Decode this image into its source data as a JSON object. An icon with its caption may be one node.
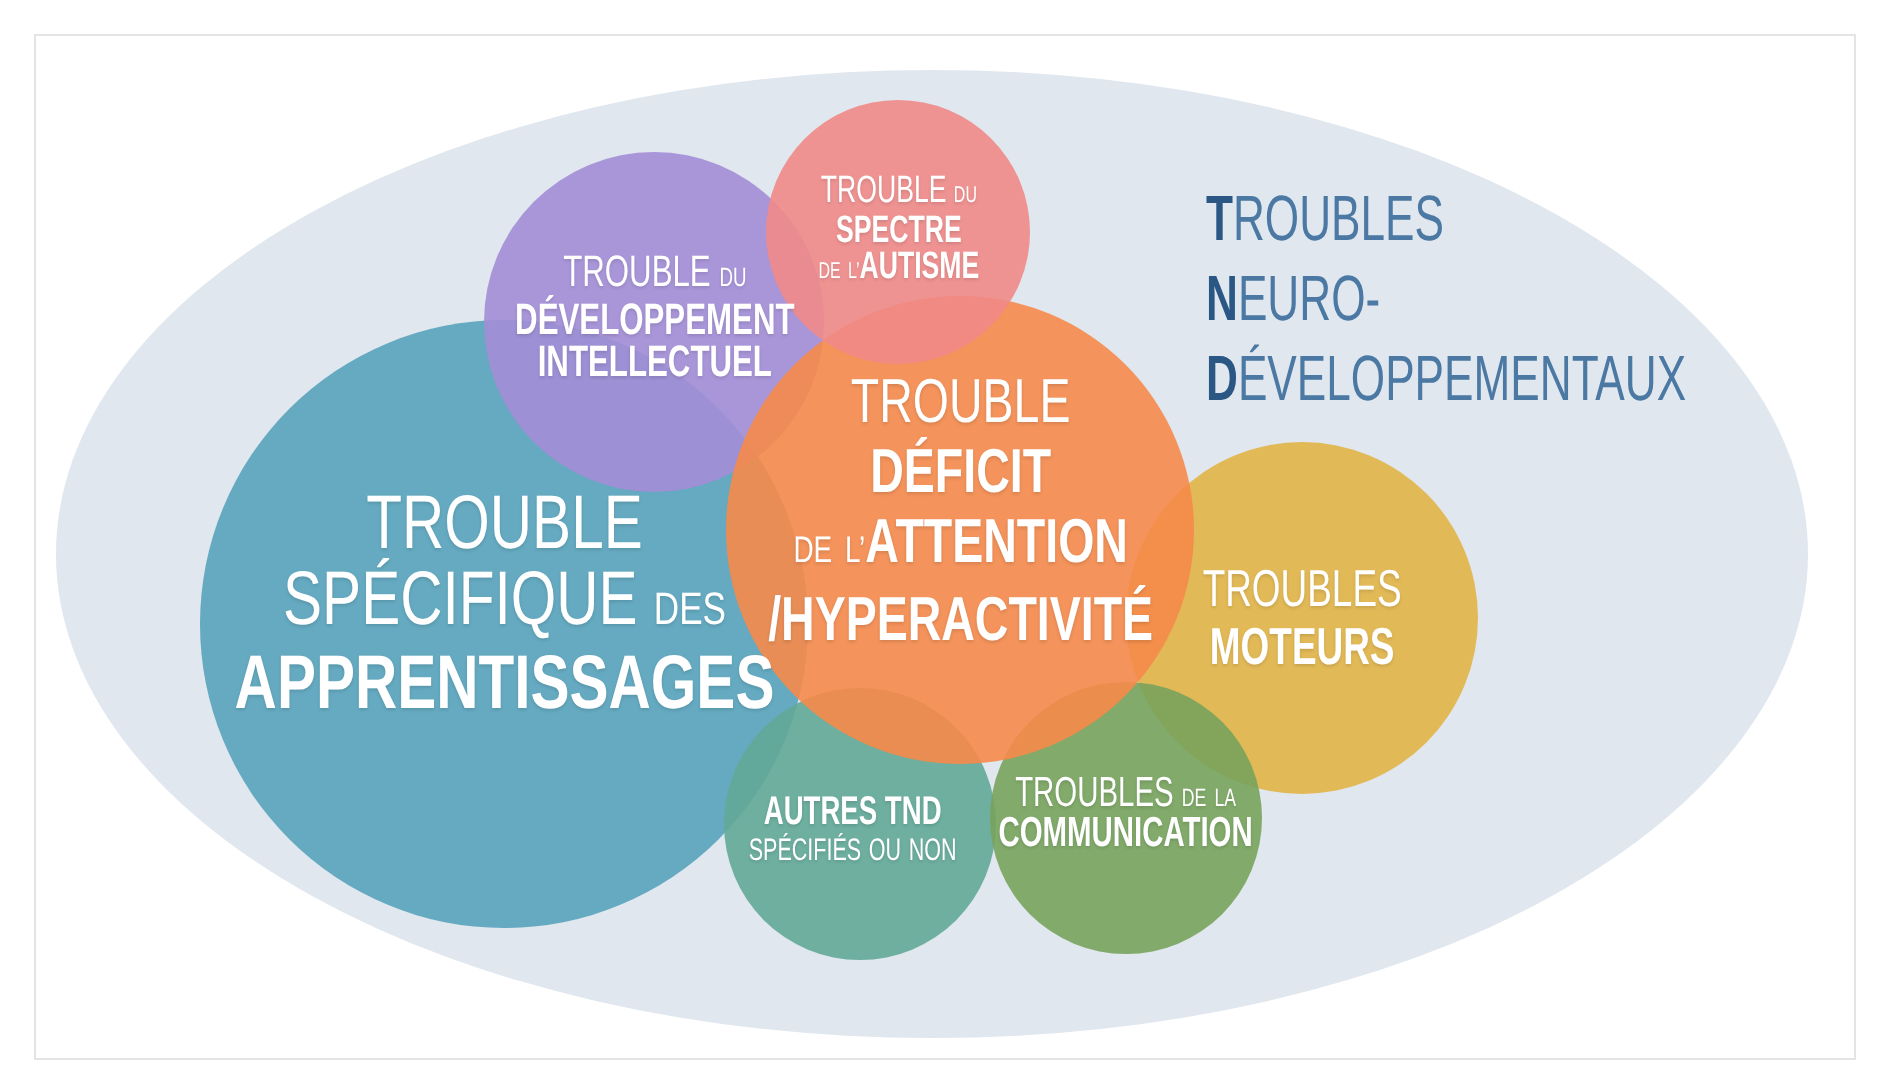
{
  "diagram": {
    "nodes": [
      {
        "text": [
          "**T**ROUBLES **N**EURO- **D**ÉVELOPPEMENTAUX"
        ]
      },
      {
        "text": [
          "TROUBLE DU **DÉVELOPPEMENT INTELLECTUEL**"
        ],
        "in": 0
      },
      {
        "text": [
          "TROUBLE DU **SPECTRE** DE L’**AUTISME**"
        ],
        "in": 0
      },
      {
        "text": [
          "TROUBLE SPÉCIFIQUE DES **APPRENTISSAGES**"
        ],
        "in": 0
      },
      {
        "text": [
          "TROUBLE **DÉFICIT** DE L’**ATTENTION /HYPERACTIVITÉ**"
        ],
        "in": 0
      },
      {
        "text": [
          "TROUBLES **MOTEURS**"
        ],
        "in": 0
      },
      {
        "text": [
          "**AUTRES TND** SPÉCIFIÉS OU NON"
        ],
        "in": 0
      },
      {
        "text": [
          "TROUBLES DE LA **COMMUNICATION**"
        ],
        "in": 0
      }
    ]
  }
}
